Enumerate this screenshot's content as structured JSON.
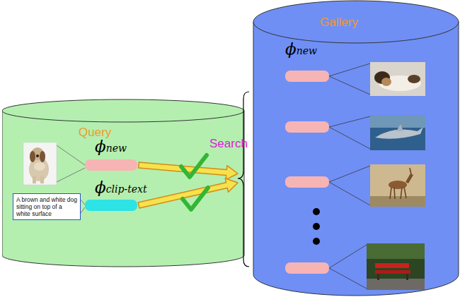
{
  "diagram": {
    "nodes": [
      {
        "text": [
          "Query"
        ]
      },
      {
        "text": [
          "ϕnew"
        ],
        "in": 0
      },
      {
        "text": [
          "A brown and white dog sitting on top of a white surface"
        ],
        "in": 0
      },
      {
        "text": [
          "ϕclip-text"
        ],
        "in": 0
      },
      {
        "text": [
          "Gallery"
        ]
      },
      {
        "text": [
          "ϕnew"
        ],
        "in": 4
      }
    ],
    "edges": [
      {
        "from": 1,
        "to": 4,
        "arrow": "to"
      },
      {
        "from": 3,
        "to": 4,
        "arrow": "to"
      }
    ],
    "labels": [
      "Search"
    ]
  }
}
